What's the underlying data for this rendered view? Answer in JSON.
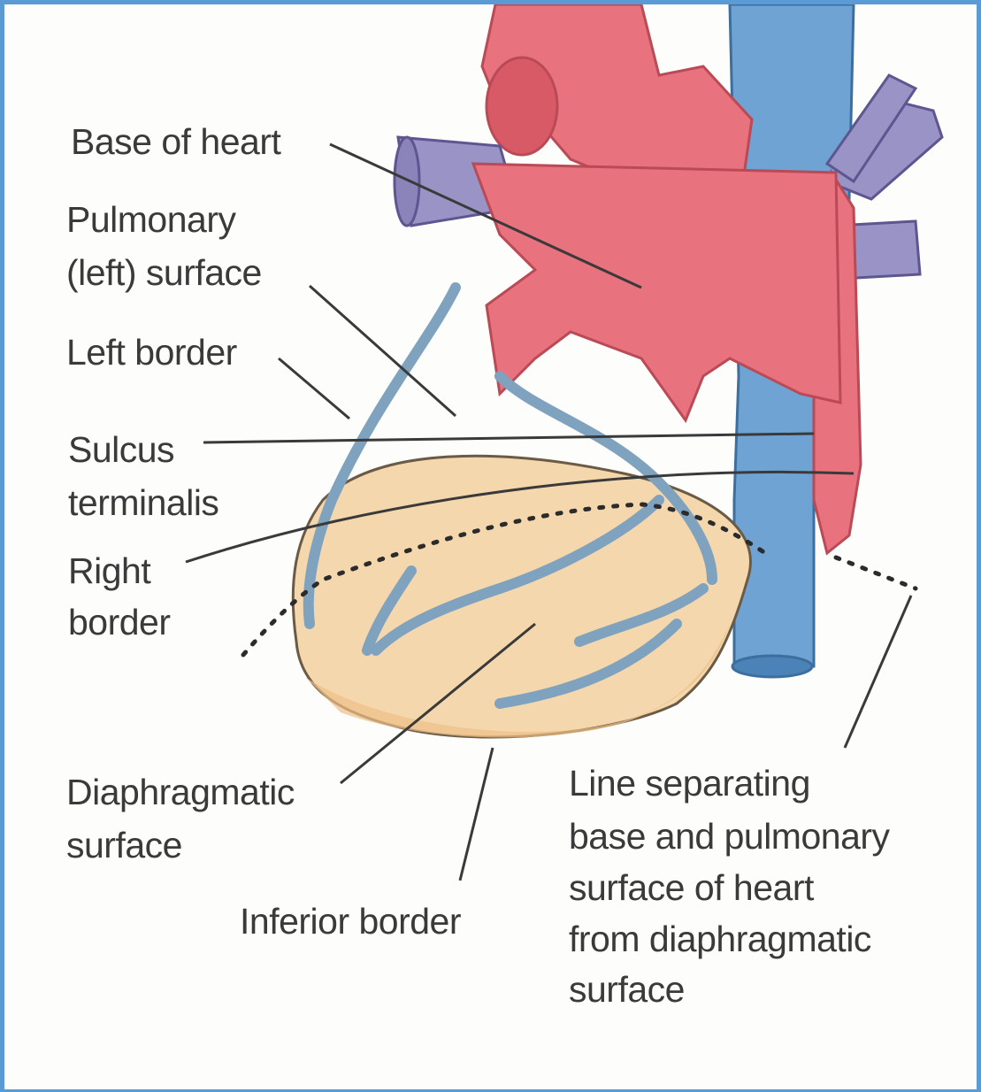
{
  "labels": {
    "base_of_heart": "Base of heart",
    "pulmonary_surface_1": "Pulmonary",
    "pulmonary_surface_2": "(left) surface",
    "left_border": "Left border",
    "sulcus_terminalis_1": "Sulcus",
    "sulcus_terminalis_2": "terminalis",
    "right_border_1": "Right",
    "right_border_2": "border",
    "diaphragmatic_surface_1": "Diaphragmatic",
    "diaphragmatic_surface_2": "surface",
    "inferior_border": "Inferior border",
    "line_separating_1": "Line separating",
    "line_separating_2": "base and pulmonary",
    "line_separating_3": "surface of heart",
    "line_separating_4": "from diaphragmatic",
    "line_separating_5": "surface"
  },
  "colors": {
    "frame_border": "#5b9bd5",
    "artery_red": "#e8727e",
    "vein_purple": "#9a93c6",
    "vein_blue": "#6fa3d3",
    "myocardium": "#f4d7ad",
    "label_text": "#3a3a3a"
  }
}
